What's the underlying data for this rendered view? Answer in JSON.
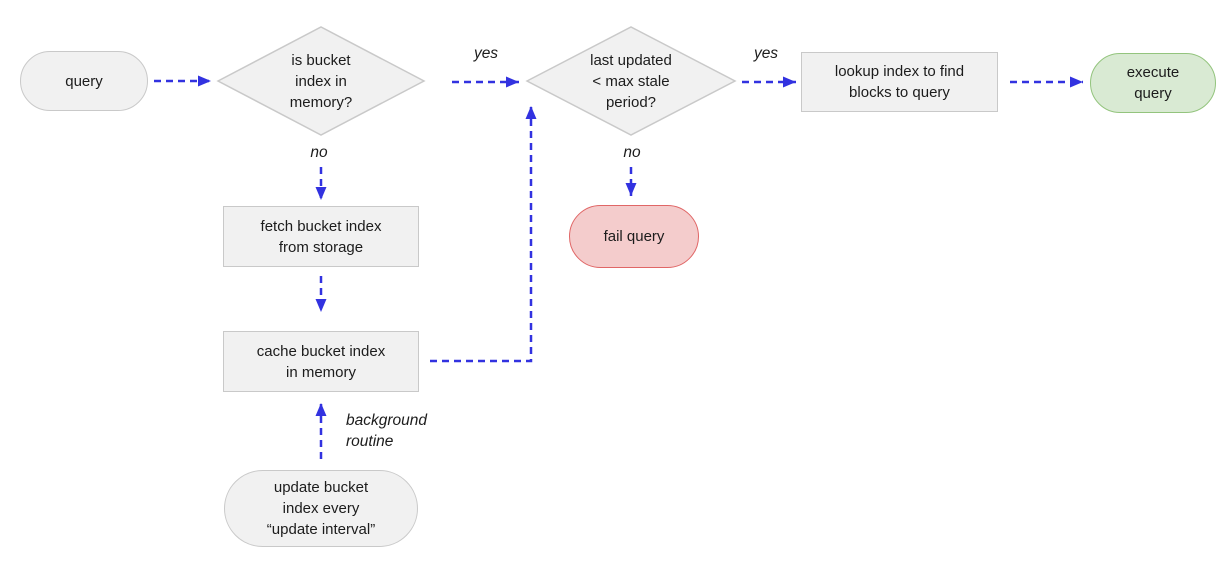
{
  "colors": {
    "arrow": "#3232e0",
    "node-fill": "#f1f1f1",
    "node-border": "#c9c9c9",
    "success-fill": "#d9ead3",
    "success-border": "#93c47d",
    "fail-fill": "#f4cccc",
    "fail-border": "#e06666",
    "text": "#1c1c1c"
  },
  "nodes": {
    "query": {
      "label": "query",
      "type": "terminal"
    },
    "decision_index_in_memory": {
      "label": "is bucket\nindex in\nmemory?",
      "type": "decision"
    },
    "decision_last_updated": {
      "label": "last updated\n< max stale\nperiod?",
      "type": "decision"
    },
    "lookup_index": {
      "label": "lookup index to find\nblocks to query",
      "type": "process"
    },
    "execute_query": {
      "label": "execute\nquery",
      "type": "terminal-success"
    },
    "fetch_index": {
      "label": "fetch bucket index\nfrom storage",
      "type": "process"
    },
    "cache_index": {
      "label": "cache bucket index\nin memory",
      "type": "process"
    },
    "fail_query": {
      "label": "fail query",
      "type": "terminal-fail"
    },
    "update_index": {
      "label": "update bucket\nindex every\n“update interval”",
      "type": "terminal"
    }
  },
  "edge_labels": {
    "yes_memory": "yes",
    "no_memory": "no",
    "yes_stale": "yes",
    "no_stale": "no",
    "background_routine": "background\nroutine"
  }
}
